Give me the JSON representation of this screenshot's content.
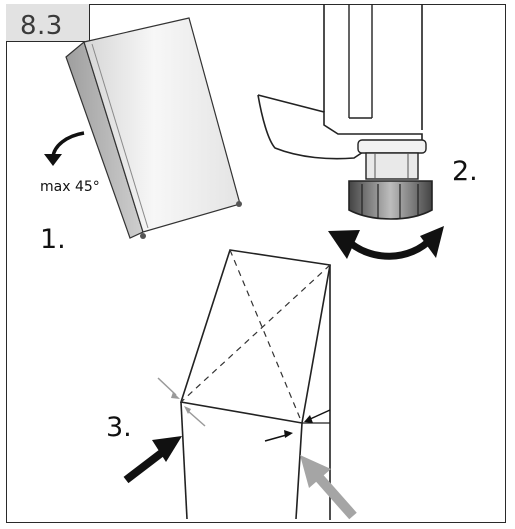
{
  "section_number": "8.3",
  "steps": {
    "one": "1.",
    "two": "2.",
    "three": "3."
  },
  "angle_label": "max 45°"
}
